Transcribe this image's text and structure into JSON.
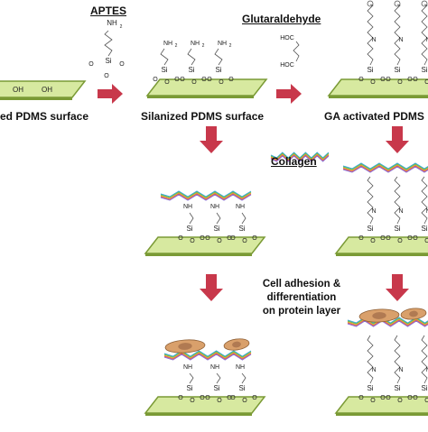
{
  "labels": {
    "aptes": "APTES",
    "glutaraldehyde": "Glutaraldehyde",
    "collagen": "Collagen",
    "cell_adhesion_line1": "Cell adhesion &",
    "cell_adhesion_line2": "differentiation",
    "cell_adhesion_line3": "on protein layer",
    "surface_oxidized": "ed PDMS surface",
    "surface_silanized": "Silanized PDMS surface",
    "surface_ga_activated": "GA activated PDMS"
  },
  "chem": {
    "oh": "OH",
    "nh2": "NH",
    "nh2_sub": "2",
    "nh": "NH",
    "si": "Si",
    "o": "O",
    "hoc": "HOC",
    "n": "N"
  },
  "colors": {
    "surface_fill": "#d7e9a0",
    "surface_stroke": "#7a9a35",
    "arrow": "#c8384b",
    "chain": "#555555",
    "cell": "#d9a06b",
    "cell_nucleus": "#b07a52"
  }
}
